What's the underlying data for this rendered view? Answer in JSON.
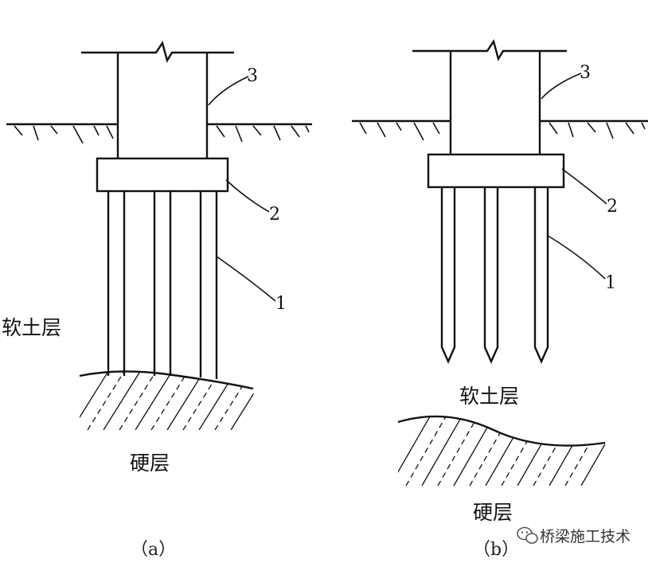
{
  "left": {
    "labels": {
      "n1": "1",
      "n2": "2",
      "n3": "3"
    },
    "soft_layer": "软土层",
    "hard_layer": "硬层",
    "caption": "（a）"
  },
  "right": {
    "labels": {
      "n1": "1",
      "n2": "2",
      "n3": "3"
    },
    "soft_layer": "软土层",
    "hard_layer": "硬层",
    "caption": "（b）"
  },
  "watermark": {
    "text": "桥梁施工技术",
    "icon": "wechat-icon"
  }
}
